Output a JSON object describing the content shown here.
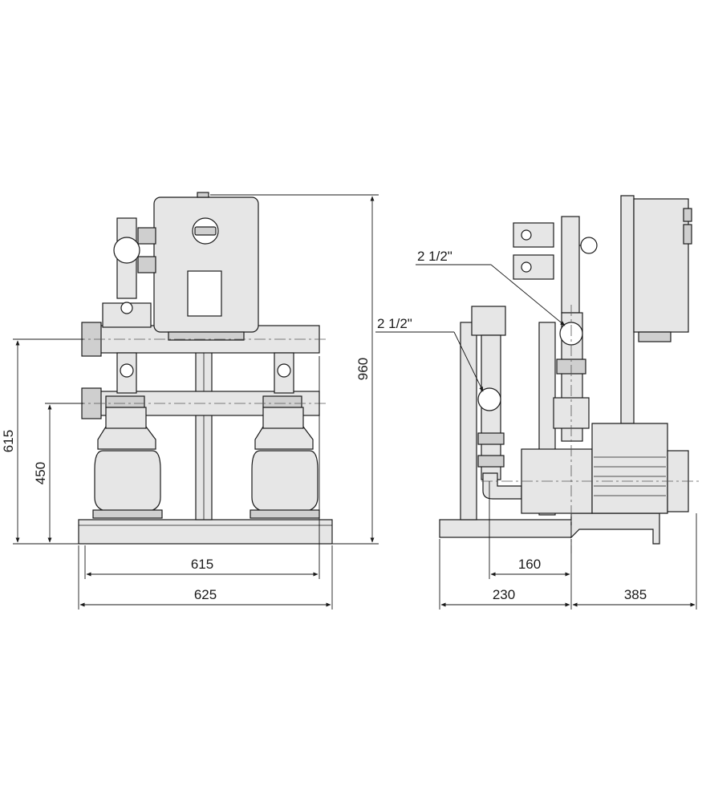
{
  "dimensions": {
    "front_height_upper": "615",
    "front_height_lower": "450",
    "front_width_inner": "615",
    "front_width_base": "625",
    "total_height": "960",
    "side_pipe_offset": "160",
    "side_base_left": "230",
    "side_base_right": "385"
  },
  "callouts": {
    "upper_connection": "2 1/2\"",
    "lower_connection": "2 1/2\""
  }
}
